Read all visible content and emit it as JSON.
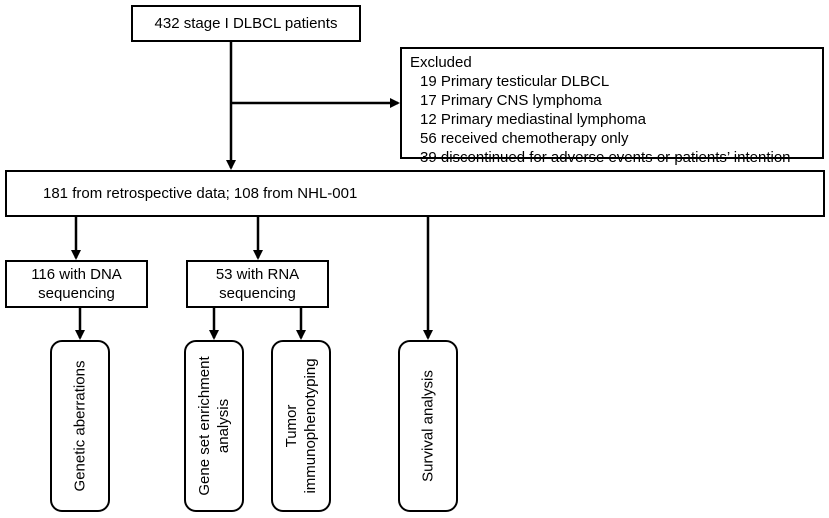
{
  "top": {
    "label": "432 stage I DLBCL patients"
  },
  "excluded": {
    "title": "Excluded",
    "items": [
      "19 Primary testicular DLBCL",
      "17 Primary CNS lymphoma",
      "12 Primary mediastinal lymphoma",
      "56 received chemotherapy only",
      "39 discontinued for adverse events or patients’ intention"
    ]
  },
  "middle": {
    "label": "181 from retrospective data; 108 from NHL-001"
  },
  "dna": {
    "line1": "116 with DNA",
    "line2": "sequencing"
  },
  "rna": {
    "line1": "53 with RNA",
    "line2": "sequencing"
  },
  "outcomes": {
    "genetic": {
      "line1": "Genetic aberrations"
    },
    "gsea": {
      "line1": "Gene set enrichment",
      "line2": "analysis"
    },
    "tumor": {
      "line1": "Tumor",
      "line2": "immunophenotyping"
    },
    "survival": {
      "line1": "Survival analysis"
    }
  }
}
